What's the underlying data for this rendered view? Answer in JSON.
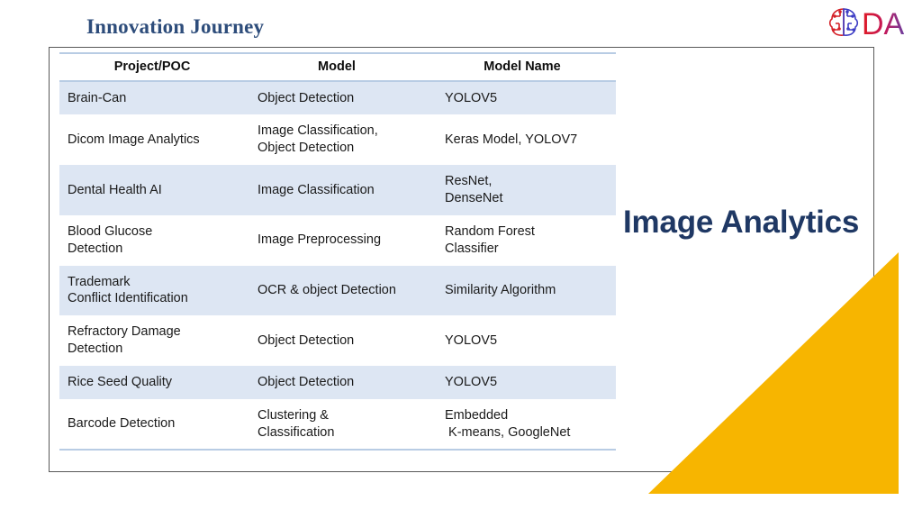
{
  "slide": {
    "title": "Innovation Journey",
    "section_title": "Image Analytics"
  },
  "logo": {
    "icon_name": "brain-circuit-icon",
    "text": "DA",
    "brain_left_color": "#d42027",
    "brain_right_color": "#3b3bc4",
    "text_gradient_start": "#e01b24",
    "text_gradient_end": "#6b3fa0"
  },
  "decor": {
    "triangle_color": "#f7b500",
    "frame_border_color": "#595959",
    "table_rule_color": "#b8cce4",
    "band_color": "#dde6f3"
  },
  "table": {
    "headers": [
      "Project/POC",
      "Model",
      "Model Name"
    ],
    "rows": [
      {
        "project": "Brain-Can",
        "model": [
          "Object Detection"
        ],
        "model_name": [
          "YOLOV5"
        ],
        "banded": true
      },
      {
        "project": "Dicom Image Analytics",
        "model": [
          "Image Classification,",
          "Object Detection"
        ],
        "model_name": [
          "Keras Model, YOLOV7"
        ],
        "banded": false
      },
      {
        "project": "Dental Health AI",
        "model": [
          "Image Classification"
        ],
        "model_name": [
          "ResNet,",
          "DenseNet"
        ],
        "banded": true
      },
      {
        "project": "Blood Glucose\nDetection",
        "model": [
          "Image Preprocessing"
        ],
        "model_name": [
          "Random Forest",
          "Classifier"
        ],
        "banded": false
      },
      {
        "project": "Trademark\nConflict Identification",
        "model": [
          "OCR & object Detection"
        ],
        "model_name": [
          "Similarity Algorithm"
        ],
        "banded": true
      },
      {
        "project": "Refractory Damage\nDetection",
        "model": [
          "Object Detection"
        ],
        "model_name": [
          "YOLOV5"
        ],
        "banded": false
      },
      {
        "project": "Rice Seed Quality",
        "model": [
          "Object Detection"
        ],
        "model_name": [
          "YOLOV5"
        ],
        "banded": true
      },
      {
        "project": "Barcode Detection",
        "model": [
          "Clustering &",
          "Classification"
        ],
        "model_name": [
          "Embedded",
          " K-means, GoogleNet"
        ],
        "banded": false
      }
    ]
  }
}
